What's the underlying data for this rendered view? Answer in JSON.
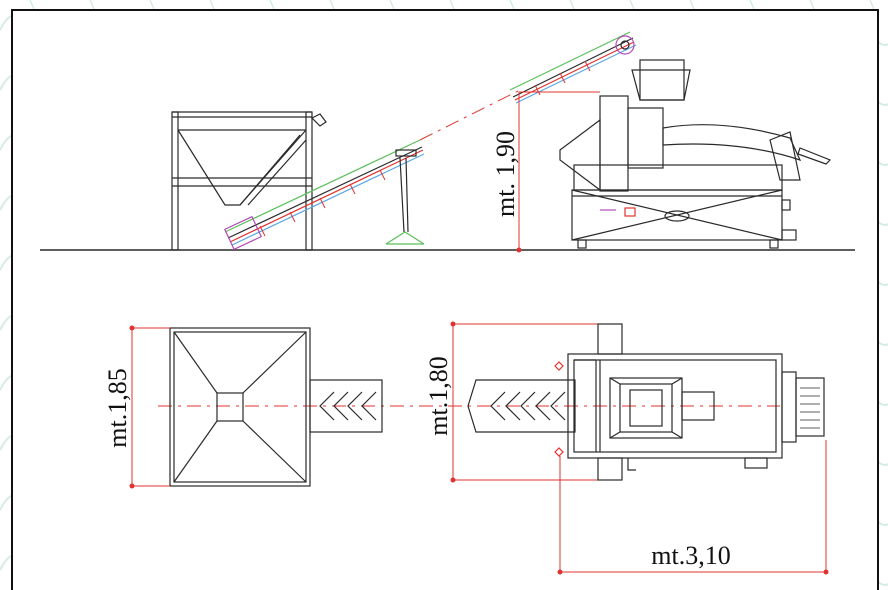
{
  "side_view": {
    "height_label": "mt. 1,90"
  },
  "top_view": {
    "hopper_width_label": "mt.1,85",
    "machine_width_label": "mt.1,80",
    "machine_length_label": "mt.3,10"
  },
  "colors": {
    "line": "#2a2a2a",
    "dimension": "#e0332f",
    "background_pattern": "#d6ece6",
    "conveyor_green": "#5bbf5b",
    "conveyor_blue": "#5aa8e6",
    "conveyor_magenta": "#b44bb4"
  }
}
